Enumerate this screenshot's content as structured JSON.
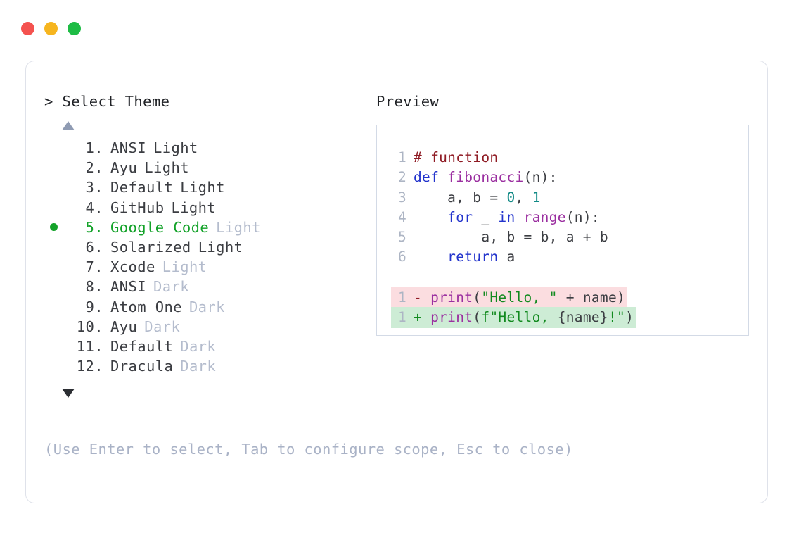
{
  "window": {
    "traffic_lights": [
      {
        "name": "close-button",
        "color": "#f4524f"
      },
      {
        "name": "minimize-button",
        "color": "#f6b51f"
      },
      {
        "name": "maximize-button",
        "color": "#1ebc45"
      }
    ]
  },
  "prompt": {
    "title": "> Select Theme",
    "scroll_up_icon": "triangle-up-icon",
    "scroll_down_icon": "triangle-down-icon",
    "selected_index": 5,
    "selection_bullet_color": "#13a229",
    "items": [
      {
        "index": " 1.",
        "name": "ANSI",
        "variant": "Light",
        "variant_muted": false,
        "selected": false
      },
      {
        "index": " 2.",
        "name": "Ayu",
        "variant": "Light",
        "variant_muted": false,
        "selected": false
      },
      {
        "index": " 3.",
        "name": "Default",
        "variant": "Light",
        "variant_muted": false,
        "selected": false
      },
      {
        "index": " 4.",
        "name": "GitHub",
        "variant": "Light",
        "variant_muted": false,
        "selected": false
      },
      {
        "index": " 5.",
        "name": "Google Code",
        "variant": "Light",
        "variant_muted": true,
        "selected": true
      },
      {
        "index": " 6.",
        "name": "Solarized",
        "variant": "Light",
        "variant_muted": false,
        "selected": false
      },
      {
        "index": " 7.",
        "name": "Xcode",
        "variant": "Light",
        "variant_muted": true,
        "selected": false
      },
      {
        "index": " 8.",
        "name": "ANSI",
        "variant": "Dark",
        "variant_muted": true,
        "selected": false
      },
      {
        "index": " 9.",
        "name": "Atom One",
        "variant": "Dark",
        "variant_muted": true,
        "selected": false
      },
      {
        "index": "10.",
        "name": "Ayu",
        "variant": "Dark",
        "variant_muted": true,
        "selected": false
      },
      {
        "index": "11.",
        "name": "Default",
        "variant": "Dark",
        "variant_muted": true,
        "selected": false
      },
      {
        "index": "12.",
        "name": "Dracula",
        "variant": "Dark",
        "variant_muted": true,
        "selected": false
      }
    ],
    "hint": "(Use Enter to select, Tab to configure scope, Esc to close)"
  },
  "preview": {
    "title": "Preview",
    "code_lines": [
      {
        "ln": "1",
        "tokens": [
          {
            "t": "# function",
            "c": "comment"
          }
        ]
      },
      {
        "ln": "2",
        "tokens": [
          {
            "t": "def ",
            "c": "kw"
          },
          {
            "t": "fibonacci",
            "c": "fn"
          },
          {
            "t": "(n):",
            "c": "plain"
          }
        ]
      },
      {
        "ln": "3",
        "tokens": [
          {
            "t": "    a, b = ",
            "c": "plain"
          },
          {
            "t": "0",
            "c": "num"
          },
          {
            "t": ", ",
            "c": "plain"
          },
          {
            "t": "1",
            "c": "num"
          }
        ]
      },
      {
        "ln": "4",
        "tokens": [
          {
            "t": "    ",
            "c": "plain"
          },
          {
            "t": "for",
            "c": "kw"
          },
          {
            "t": " _ ",
            "c": "plain"
          },
          {
            "t": "in",
            "c": "kw"
          },
          {
            "t": " ",
            "c": "plain"
          },
          {
            "t": "range",
            "c": "fn"
          },
          {
            "t": "(n):",
            "c": "plain"
          }
        ]
      },
      {
        "ln": "5",
        "tokens": [
          {
            "t": "        a, b = b, a + b",
            "c": "plain"
          }
        ]
      },
      {
        "ln": "6",
        "tokens": [
          {
            "t": "    ",
            "c": "plain"
          },
          {
            "t": "return",
            "c": "kw"
          },
          {
            "t": " a",
            "c": "plain"
          }
        ]
      }
    ],
    "diff_lines": [
      {
        "ln": "1",
        "sign": "-",
        "kind": "minus",
        "bg": "#fbdde0",
        "tokens": [
          {
            "t": "print",
            "c": "fn"
          },
          {
            "t": "(",
            "c": "plain"
          },
          {
            "t": "\"Hello, \"",
            "c": "str"
          },
          {
            "t": " + name)",
            "c": "plain"
          }
        ]
      },
      {
        "ln": "1",
        "sign": "+",
        "kind": "plus",
        "bg": "#cdecd5",
        "tokens": [
          {
            "t": "print",
            "c": "fn"
          },
          {
            "t": "(",
            "c": "plain"
          },
          {
            "t": "f\"Hello, ",
            "c": "str"
          },
          {
            "t": "{name}",
            "c": "plain"
          },
          {
            "t": "!\"",
            "c": "str"
          },
          {
            "t": ")",
            "c": "plain"
          }
        ]
      }
    ]
  }
}
